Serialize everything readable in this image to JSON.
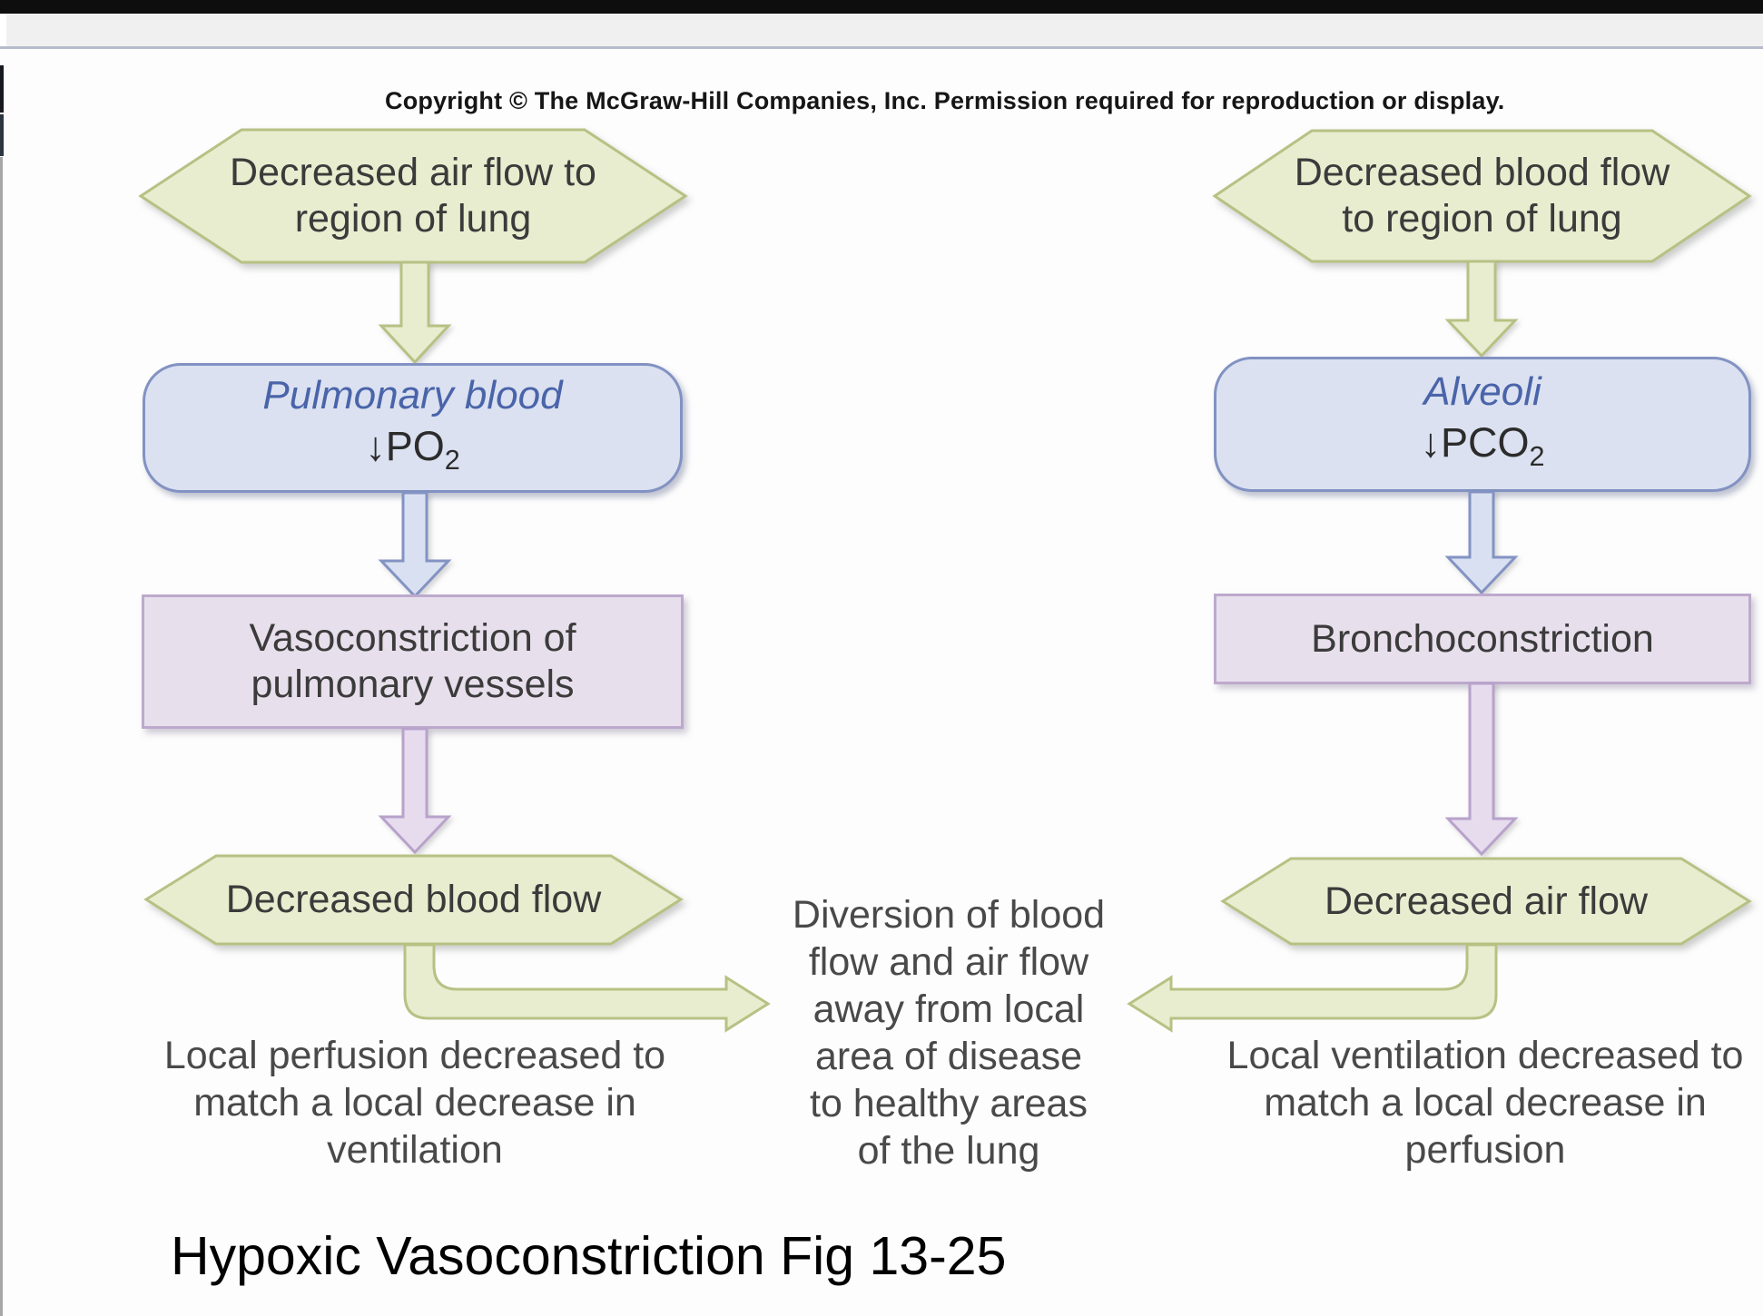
{
  "copyright": "Copyright © The McGraw-Hill Companies, Inc. Permission required for reproduction or display.",
  "caption": "Hypoxic Vasoconstriction Fig 13-25",
  "left_column": {
    "hexagon_top": "Decreased air flow to\nregion of lung",
    "blue_box": {
      "title": "Pulmonary blood",
      "symbol_prefix": "↓PO",
      "symbol_sub": "2"
    },
    "purple_box": "Vasoconstriction of\npulmonary vessels",
    "hexagon_bottom": "Decreased blood flow",
    "note": "Local perfusion decreased\nto match a local decrease\nin ventilation"
  },
  "right_column": {
    "hexagon_top": "Decreased blood flow\nto region of lung",
    "blue_box": {
      "title": "Alveoli",
      "symbol_prefix": "↓PCO",
      "symbol_sub": "2"
    },
    "purple_box": "Bronchoconstriction",
    "hexagon_bottom": "Decreased air flow",
    "note": "Local ventilation decreased\nto match a local decrease\nin perfusion"
  },
  "center_note": "Diversion of blood\nflow and air flow\naway from local\narea of disease\nto healthy areas\nof the lung",
  "colors": {
    "hexagon_fill": "#e8edcf",
    "hexagon_border": "#b7c184",
    "blue_fill": "#dbe1f0",
    "blue_border": "#8292c2",
    "purple_fill": "#e8dfec",
    "purple_border": "#bda9cd",
    "title_blue": "#4a64aa"
  }
}
